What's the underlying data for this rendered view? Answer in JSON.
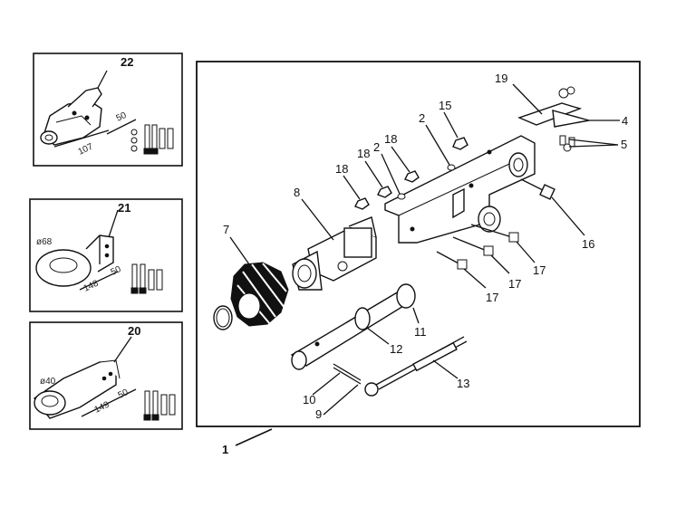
{
  "labels": {
    "assembly": "1",
    "p2a": "2",
    "p2b": "2",
    "p4": "4",
    "p5": "5",
    "p7": "7",
    "p8": "8",
    "p9": "9",
    "p10": "10",
    "p11": "11",
    "p12": "12",
    "p13": "13",
    "p15": "15",
    "p16": "16",
    "p17a": "17",
    "p17b": "17",
    "p17c": "17",
    "p18a": "18",
    "p18b": "18",
    "p18c": "18",
    "p19": "19",
    "p20": "20",
    "p21": "21",
    "p22": "22"
  },
  "inset22": {
    "dim_a": "50",
    "dim_b": "107"
  },
  "inset21": {
    "dim_diameter": "ø68",
    "dim_a": "50",
    "dim_b": "148"
  },
  "inset20": {
    "dim_diameter": "ø40",
    "dim_a": "50",
    "dim_b": "149"
  },
  "colors": {
    "line": "#111111",
    "background": "#ffffff"
  }
}
